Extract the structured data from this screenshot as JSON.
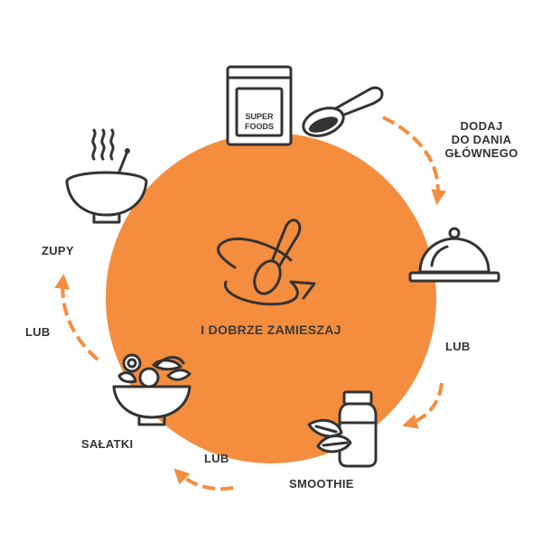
{
  "colors": {
    "accent": "#f58d3e",
    "outline": "#333333",
    "background": "#ffffff"
  },
  "center": {
    "label": "I DOBRZE ZAMIESZAJ",
    "icon": "stirring-spoon-icon"
  },
  "package": {
    "icon": "superfoods-package-icon",
    "line1": "SUPER",
    "line2": "FOODS"
  },
  "steps": [
    {
      "icon": "spoon-icon",
      "label_lines": [
        "DODAJ",
        "DO DANIA",
        "GŁÓWNEGO"
      ]
    },
    {
      "icon": "cloche-icon"
    },
    {
      "connector": "LUB"
    },
    {
      "icon": "smoothie-jar-icon",
      "label": "SMOOTHIE"
    },
    {
      "connector": "LUB"
    },
    {
      "icon": "salad-bowl-icon",
      "label": "SAŁATKI"
    },
    {
      "connector": "LUB"
    },
    {
      "icon": "soup-bowl-icon",
      "label": "ZUPY"
    }
  ]
}
